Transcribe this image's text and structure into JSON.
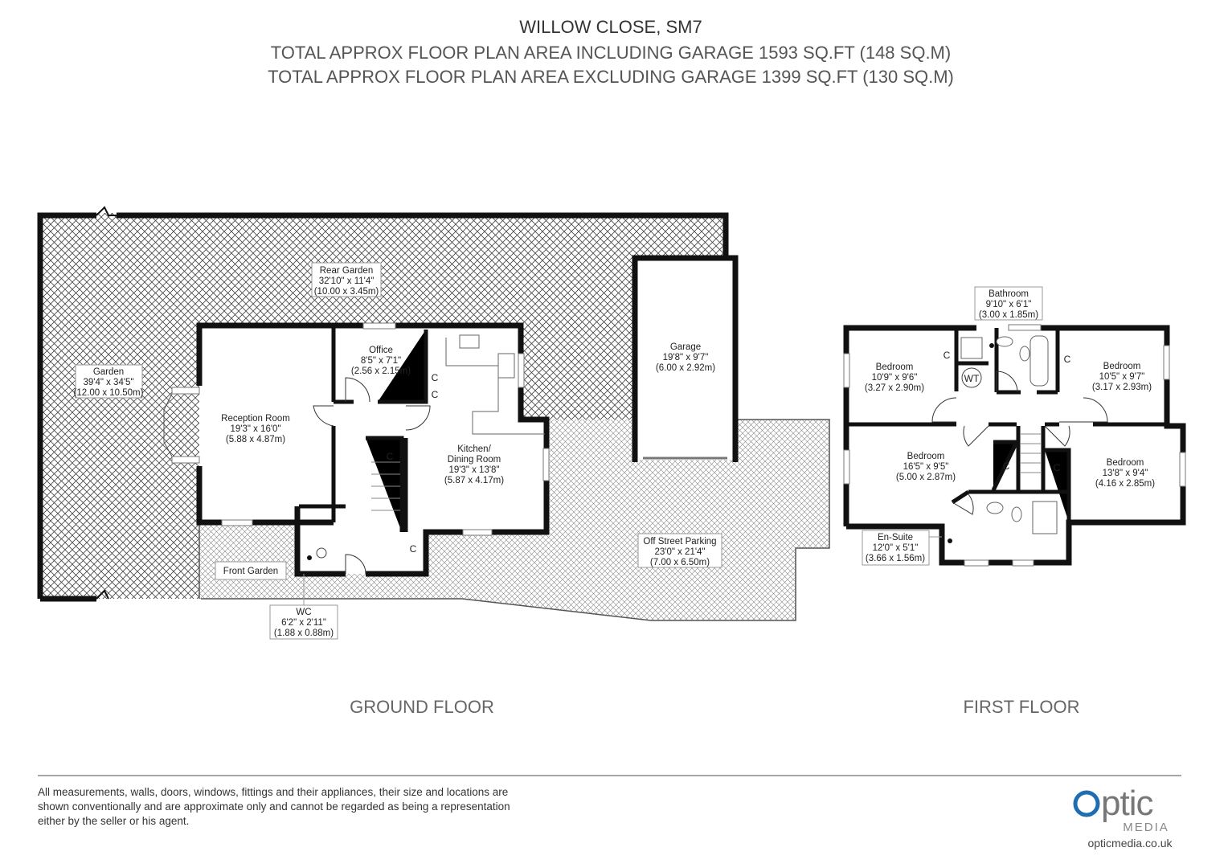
{
  "header": {
    "title": "WILLOW CLOSE, SM7",
    "line_including": "TOTAL APPROX FLOOR PLAN AREA INCLUDING GARAGE 1593 SQ.FT (148 SQ.M)",
    "line_excluding": "TOTAL APPROX FLOOR PLAN AREA EXCLUDING GARAGE 1399 SQ.FT (130 SQ.M)"
  },
  "ground_floor": {
    "label": "GROUND FLOOR",
    "rooms": {
      "rear_garden": {
        "name": "Rear Garden",
        "imperial": "32'10\" x 11'4\"",
        "metric": "(10.00 x 3.45m)"
      },
      "garden": {
        "name": "Garden",
        "imperial": "39'4\" x 34'5\"",
        "metric": "(12.00 x 10.50m)"
      },
      "reception": {
        "name": "Reception Room",
        "imperial": "19'3\" x 16'0\"",
        "metric": "(5.88 x 4.87m)"
      },
      "office": {
        "name": "Office",
        "imperial": "8'5\" x 7'1\"",
        "metric": "(2.56 x 2.15m)"
      },
      "kitchen": {
        "name_line1": "Kitchen/",
        "name_line2": "Dining Room",
        "imperial": "19'3\" x 13'8\"",
        "metric": "(5.87 x 4.17m)"
      },
      "garage": {
        "name": "Garage",
        "imperial": "19'8\" x 9'7\"",
        "metric": "(6.00 x 2.92m)"
      },
      "parking": {
        "name": "Off Street Parking",
        "imperial": "23'0\" x 21'4\"",
        "metric": "(7.00 x 6.50m)"
      },
      "wc": {
        "name": "WC",
        "imperial": "6'2\" x 2'11\"",
        "metric": "(1.88 x 0.88m)"
      },
      "front_garden": {
        "name": "Front Garden"
      }
    },
    "cupboard_label": "C"
  },
  "first_floor": {
    "label": "FIRST FLOOR",
    "rooms": {
      "bathroom": {
        "name": "Bathroom",
        "imperial": "9'10\" x 6'1\"",
        "metric": "(3.00 x 1.85m)"
      },
      "bedroom1": {
        "name": "Bedroom",
        "imperial": "10'9\" x 9'6\"",
        "metric": "(3.27 x 2.90m)"
      },
      "bedroom2": {
        "name": "Bedroom",
        "imperial": "10'5\" x 9'7\"",
        "metric": "(3.17 x 2.93m)"
      },
      "bedroom3": {
        "name": "Bedroom",
        "imperial": "16'5\" x 9'5\"",
        "metric": "(5.00 x 2.87m)"
      },
      "bedroom4": {
        "name": "Bedroom",
        "imperial": "13'8\" x 9'4\"",
        "metric": "(4.16 x 2.85m)"
      },
      "ensuite": {
        "name": "En-Suite",
        "imperial": "12'0\" x 5'1\"",
        "metric": "(3.66 x 1.56m)"
      }
    },
    "cupboard_label": "C",
    "wt_label": "WT"
  },
  "disclaimer": [
    "All measurements, walls, doors, windows, fittings and their appliances, their size and locations are",
    "shown conventionally and are approximate only and cannot be regarded as being a representation",
    "either by the seller or his agent."
  ],
  "logo": {
    "word": "optic",
    "sub": "MEDIA",
    "url": "opticmedia.co.uk",
    "blue": "#1f6fb0",
    "grey": "#777777"
  }
}
